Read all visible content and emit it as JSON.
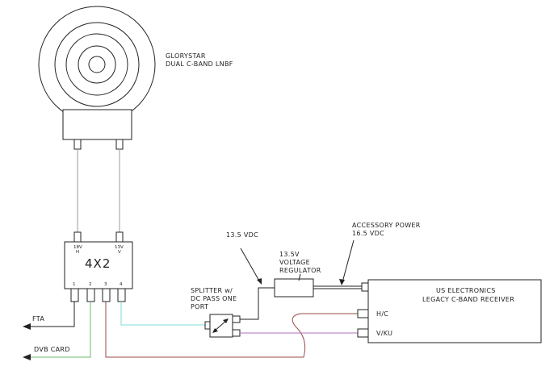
{
  "lnbf": {
    "line1": "GLORYSTAR",
    "line2": "DUAL C-BAND LNBF"
  },
  "switch": {
    "label": "4X2",
    "input_left": {
      "voltage": "18V",
      "pol": "H"
    },
    "input_right": {
      "voltage": "13V",
      "pol": "V"
    },
    "ports": [
      "1",
      "2",
      "3",
      "4"
    ]
  },
  "outputs": {
    "fta": "FTA",
    "dvb": "DVB CARD"
  },
  "splitter": {
    "line1": "SPLITTER w/",
    "line2": "DC PASS ONE",
    "line3": "PORT"
  },
  "vdc": "13.5 VDC",
  "regulator": {
    "line1": "13.5V",
    "line2": "VOLTAGE",
    "line3": "REGULATOR"
  },
  "accessory": {
    "line1": "ACCESSORY POWER",
    "line2": "16.5 VDC"
  },
  "receiver": {
    "line1": "US ELECTRONICS",
    "line2": "LEGACY C-BAND RECEIVER",
    "port_hc": "H/C",
    "port_vku": "V/KU"
  },
  "colors": {
    "line": "#222222",
    "coax_cyan": "#7fd8d8",
    "coax_purple": "#b070c0",
    "coax_red": "#9a4a4a",
    "coax_green": "#6ab86a"
  }
}
